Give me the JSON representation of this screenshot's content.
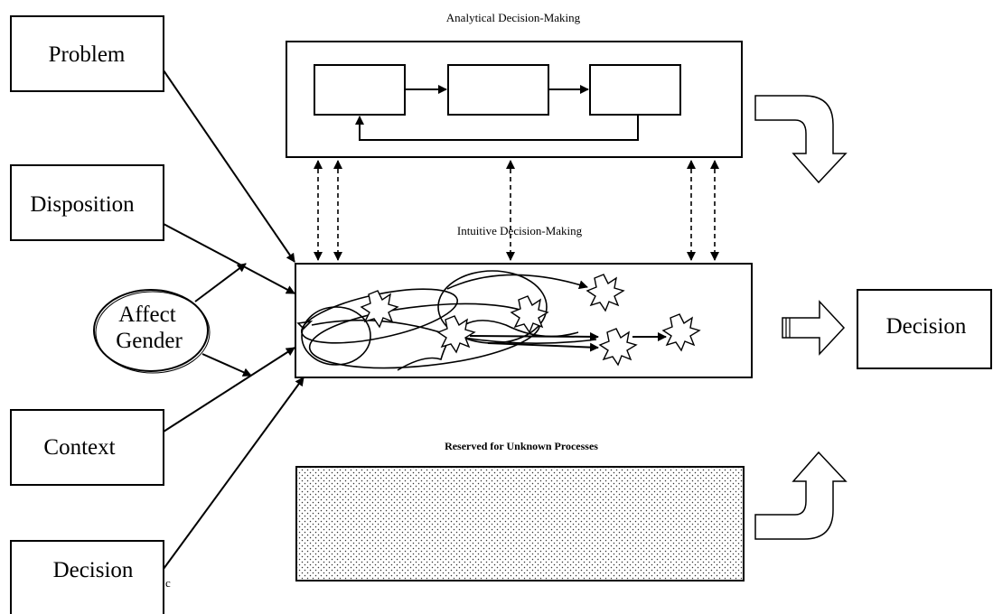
{
  "inputs": [
    {
      "id": "problem",
      "label": "Problem"
    },
    {
      "id": "disposition",
      "label": "Disposition"
    },
    {
      "id": "context",
      "label": "Context"
    },
    {
      "id": "decision_input",
      "label": "Decision"
    }
  ],
  "moderator": {
    "line1": "Affect",
    "line2": "Gender"
  },
  "analytical": {
    "title": "Analytical Decision-Making"
  },
  "intuitive": {
    "title": "Intuitive Decision-Making"
  },
  "reserved": {
    "title": "Reserved for  Unknown Processes"
  },
  "output": {
    "label": "Decision"
  },
  "stray_glyph": "c"
}
